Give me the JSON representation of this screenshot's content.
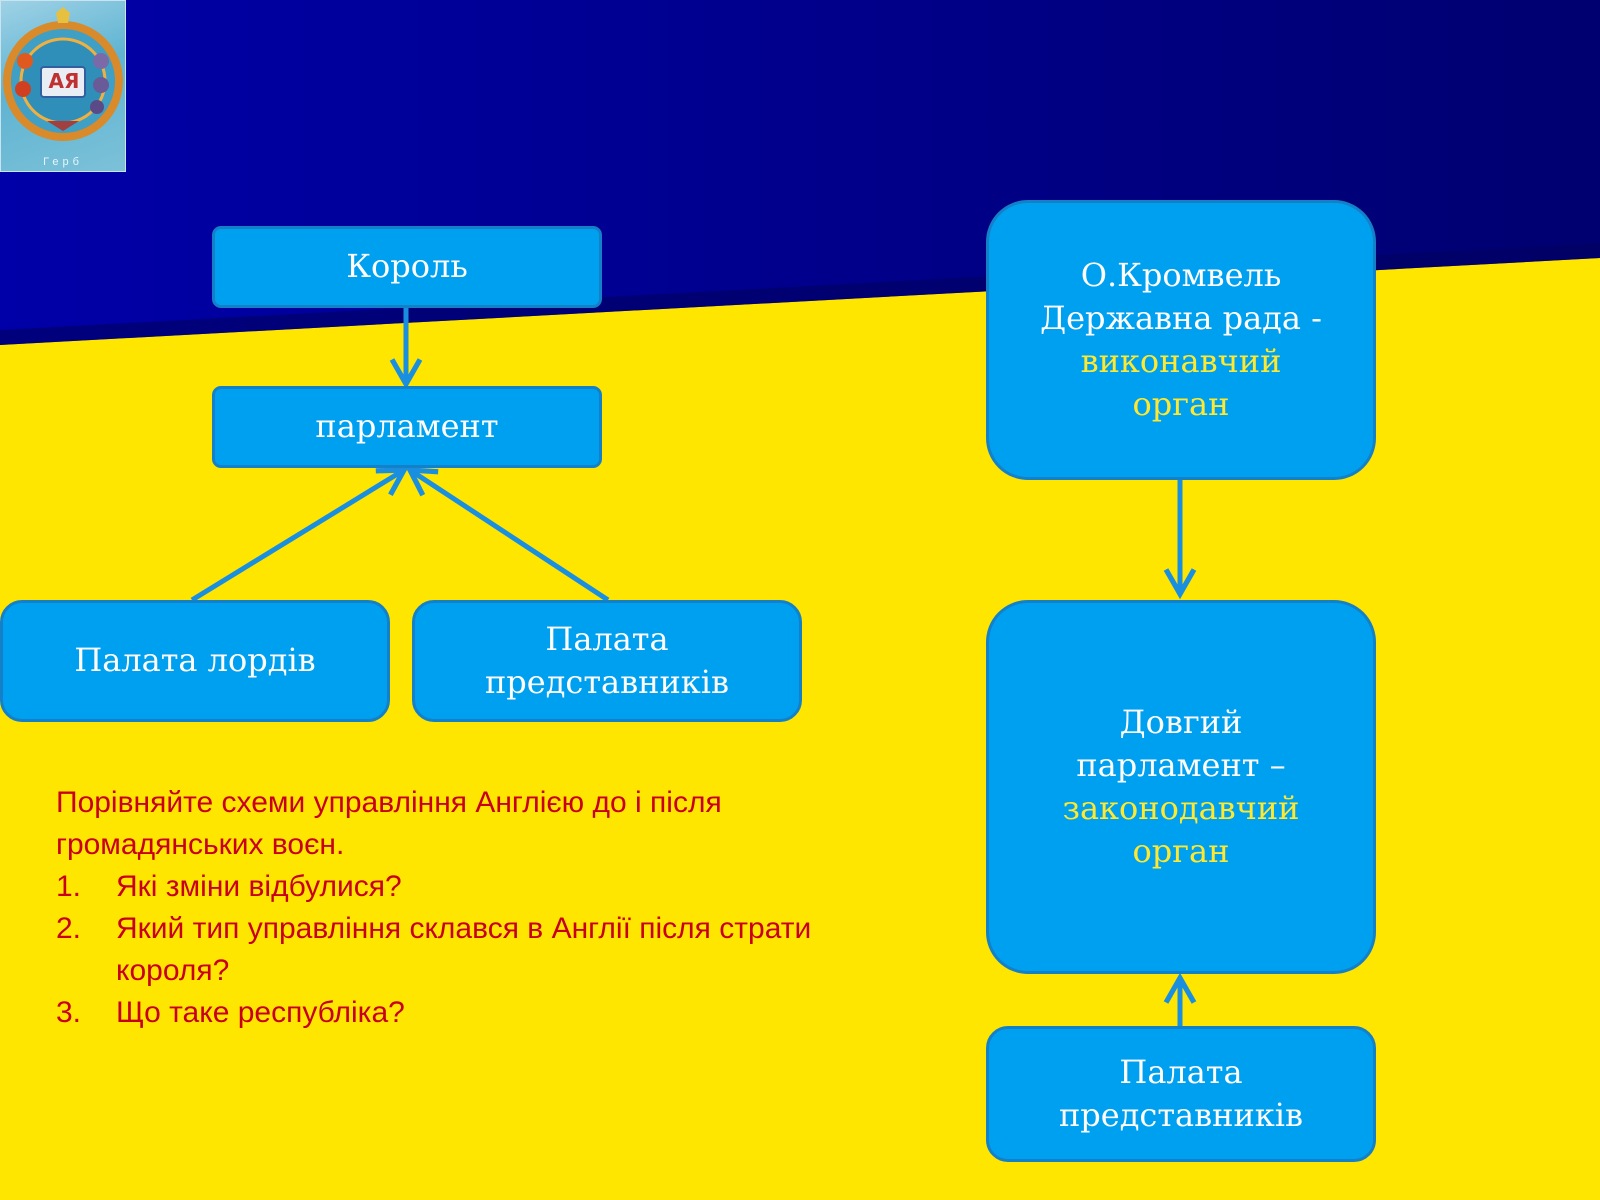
{
  "logo": {
    "label": "АЯ",
    "caption": "Герб"
  },
  "diagram_left": {
    "king": "Король",
    "parliament": "парламент",
    "lords": "Палата лордів",
    "commons": [
      "Палата",
      "представників"
    ]
  },
  "diagram_right": {
    "executive": {
      "line1": "О.Кромвель",
      "line2": "Державна рада -",
      "role_line1": "виконавчий",
      "role_line2": "орган"
    },
    "legislative": {
      "line1": "Довгий",
      "line2": "парламент –",
      "role_line1": "законодавчий",
      "role_line2": "орган"
    },
    "commons": [
      "Палата",
      "представників"
    ]
  },
  "questions": {
    "intro_line1": "Порівняйте схеми  управління Англією до і після",
    "intro_line2": "громадянських воєн.",
    "items": [
      {
        "num": "1.",
        "lines": [
          "Які зміни відбулися?"
        ]
      },
      {
        "num": "2.",
        "lines": [
          "Який тип управління склався в Англії після страти",
          "короля?"
        ]
      },
      {
        "num": "3.",
        "lines": [
          "Що таке республіка?"
        ]
      }
    ]
  },
  "colors": {
    "blue_top": "#00008c",
    "yellow": "#ffe600",
    "box_fill": "#00a0f0",
    "box_border": "#1480c8",
    "connector": "#1a8fe0",
    "highlight_text": "#ffe830",
    "question_text": "#c8001a"
  }
}
